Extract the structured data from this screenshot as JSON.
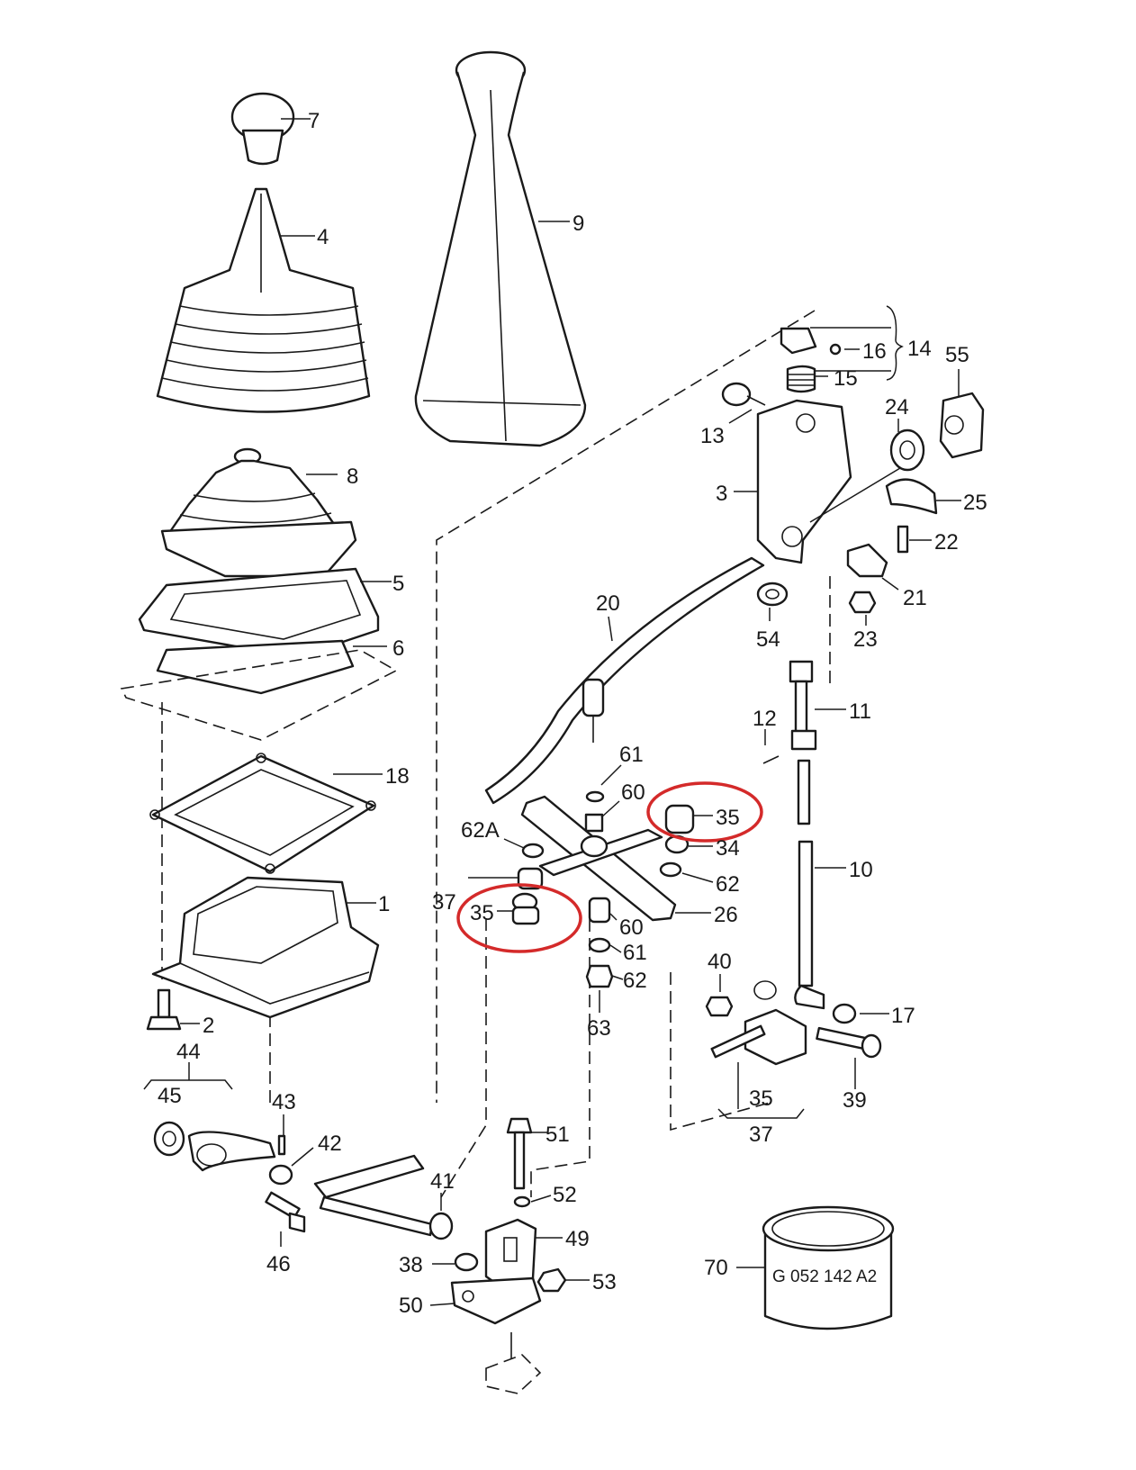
{
  "accent_color": "#d42a2a",
  "callouts": {
    "c7": "7",
    "c4": "4",
    "c9": "9",
    "c8": "8",
    "c5": "5",
    "c6": "6",
    "c18": "18",
    "c1": "1",
    "c2": "2",
    "c14": "14",
    "c16": "16",
    "c15": "15",
    "c55": "55",
    "c13": "13",
    "c24": "24",
    "c3": "3",
    "c25": "25",
    "c22": "22",
    "c21": "21",
    "c20": "20",
    "c54": "54",
    "c23": "23",
    "c11": "11",
    "c12": "12",
    "c61a": "61",
    "c60a": "60",
    "c35a": "35",
    "c62a_top": "62A",
    "c34": "34",
    "c62a": "62",
    "c37a": "37",
    "c35b": "35",
    "c26": "26",
    "c60b": "60",
    "c10": "10",
    "c61b": "61",
    "c62b": "62",
    "c40": "40",
    "c63": "63",
    "c17": "17",
    "c44": "44",
    "c45": "45",
    "c43": "43",
    "c42": "42",
    "c35c": "35",
    "c37b": "37",
    "c39": "39",
    "c51": "51",
    "c52": "52",
    "c41": "41",
    "c49": "49",
    "c38": "38",
    "c53": "53",
    "c46": "46",
    "c50": "50",
    "c70": "70"
  },
  "part_marking": "G 052 142 A2"
}
